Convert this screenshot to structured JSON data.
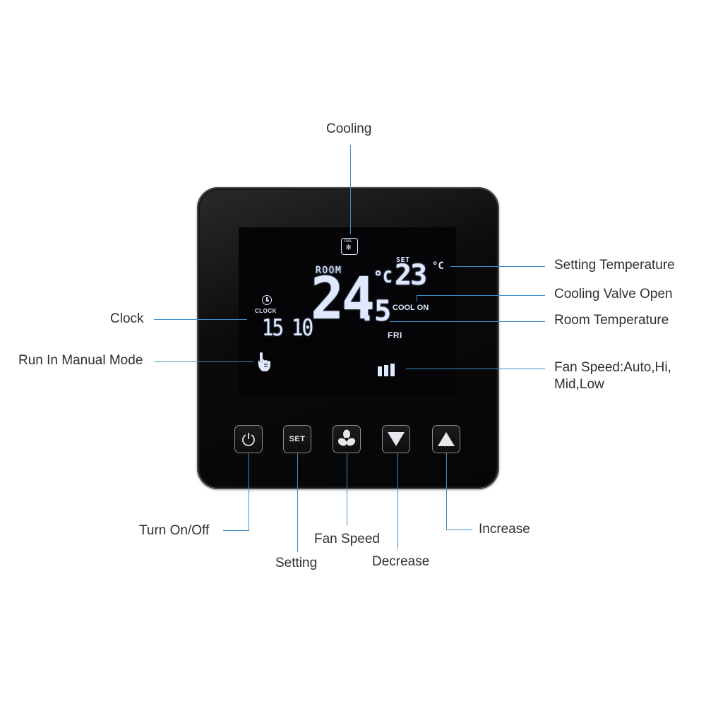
{
  "labels": {
    "cooling": "Cooling",
    "setting_temperature": "Setting Temperature",
    "cooling_valve_open": "Cooling Valve Open",
    "room_temperature": "Room Temperature",
    "fan_speed_line1": "Fan Speed:Auto,Hi,",
    "fan_speed_line2": "Mid,Low",
    "clock": "Clock",
    "run_manual": "Run In Manual Mode",
    "turn_on_off": "Turn On/Off",
    "setting": "Setting",
    "fan_speed": "Fan Speed",
    "decrease": "Decrease",
    "increase": "Increase"
  },
  "lcd": {
    "cool_icon_text": "COOL",
    "room_label": "ROOM",
    "room_temp_int": "24",
    "room_temp_dec": ".5",
    "unit_room": "°C",
    "set_label": "SET",
    "set_temp": "23",
    "unit_set": "°C",
    "cool_on": "COOL ON",
    "day": "FRI",
    "clock_label": "CLOCK",
    "clock_hour": "15",
    "clock_min": "10",
    "fan_bars": 3
  },
  "buttons": {
    "set_label": "SET"
  },
  "colors": {
    "callout_line": "#3a8fc8",
    "lcd_segment": "#dfe8ff",
    "device_body": "#0b0b0c"
  }
}
